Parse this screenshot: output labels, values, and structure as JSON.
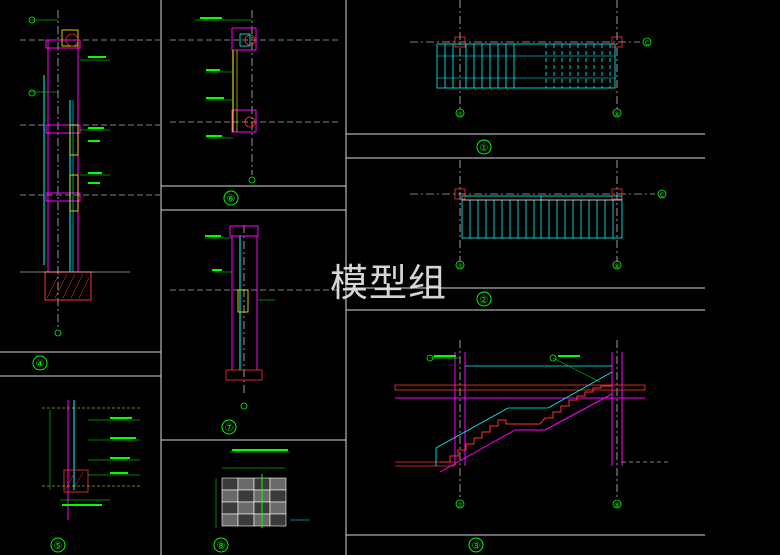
{
  "watermark": "模型组",
  "detail_labels": {
    "d1": "①",
    "d2": "②",
    "d3": "③",
    "d4": "④",
    "d5": "⑤",
    "d6": "⑥",
    "d7": "⑦",
    "d8": "⑧"
  },
  "axis_labels": {
    "a7": "⑦",
    "a8": "⑧",
    "c": "C"
  },
  "colors": {
    "background": "#000000",
    "frame": "#ffffff",
    "wall": "#ff00ff",
    "glass": "#00ffff",
    "dimension": "#00ff00",
    "steel": "#ffff00",
    "tag": "#ff3333"
  }
}
